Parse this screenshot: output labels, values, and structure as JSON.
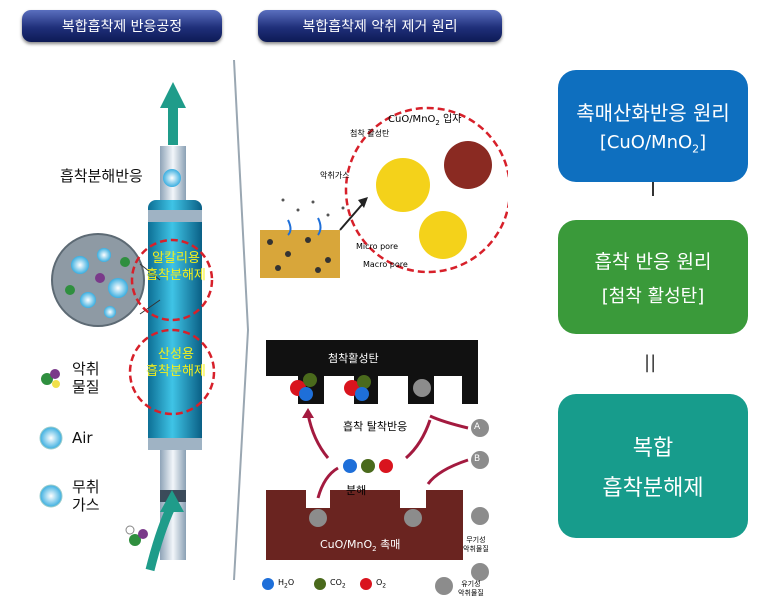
{
  "header": {
    "left_title": "복합흡착제 반응공정",
    "right_title": "복합흡착제 악취 제거 원리"
  },
  "left_panel": {
    "reaction_label": "흡착분해반응",
    "alkali_label": "알칼리용\n흡착분해제",
    "acid_label": "산성용\n흡착분해제",
    "legend": [
      {
        "label": "악취\n물질",
        "icon": "odor-molecule-icon"
      },
      {
        "label": "Air",
        "icon": "air-bubble-icon"
      },
      {
        "label": "무취\n가스",
        "icon": "odorless-gas-icon"
      }
    ]
  },
  "mechanism_top": {
    "particle_label": "CuO/MnO",
    "particle_sub": "2",
    "particle_suffix": " 입자",
    "carbon_label": "첨착 활성탄",
    "odor_gas_label": "악취가스",
    "micro_pore": "Micro pore",
    "macro_pore": "Macro pore"
  },
  "mechanism_bottom": {
    "carbon_title": "첨착활성탄",
    "adsorption_label": "흡착 탈착반응",
    "decomposition_label": "분해",
    "catalyst_label": "CuO/MnO",
    "catalyst_sub": "2",
    "catalyst_suffix": " 촉매",
    "site_a": "A",
    "site_b": "B",
    "inorganic_label": "무기성\n악취물질",
    "organic_label": "유기성\n악취물질",
    "products": [
      {
        "label": "H",
        "sub": "2",
        "suffix": "O",
        "color": "#1e6fd9"
      },
      {
        "label": "CO",
        "sub": "2",
        "suffix": "",
        "color": "#4a6a1c"
      },
      {
        "label": "O",
        "sub": "2",
        "suffix": "",
        "color": "#d9141e"
      }
    ]
  },
  "right_boxes": {
    "box1_line1": "촉매산화반응 원리",
    "box1_line2_pre": "[CuO/MnO",
    "box1_line2_sub": "2",
    "box1_line2_post": "]",
    "box2_line1": "흡착 반응 원리",
    "box2_line2": "[첨착 활성탄]",
    "equals": "||",
    "box3_line1": "복합",
    "box3_line2": "흡착분해제",
    "colors": {
      "box1": "#0e6fbf",
      "box2": "#3a9a3a",
      "box3": "#179c8c"
    }
  }
}
